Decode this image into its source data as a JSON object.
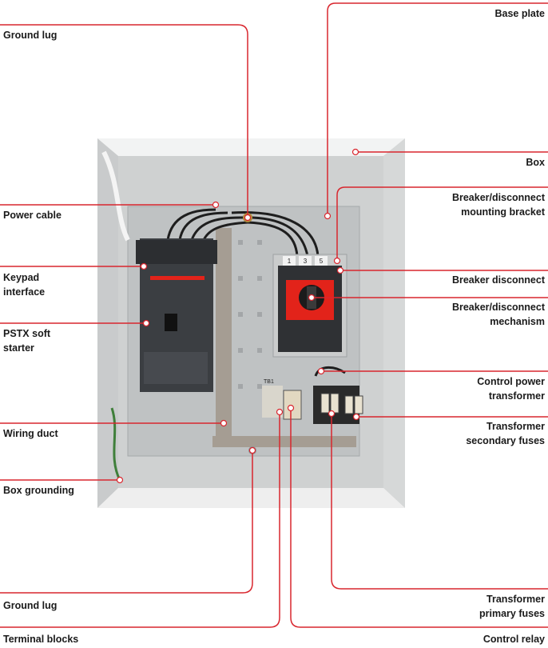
{
  "labels": {
    "base_plate": "Base plate",
    "ground_lug_top": "Ground lug",
    "box": "Box",
    "power_cable": "Power cable",
    "bracket_line1": "Breaker/disconnect",
    "bracket_line2": "mounting bracket",
    "keypad_line1": "Keypad",
    "keypad_line2": "interface",
    "breaker_disconnect": "Breaker disconnect",
    "mechanism_line1": "Breaker/disconnect",
    "mechanism_line2": "mechanism",
    "pstx_line1": "PSTX soft",
    "pstx_line2": "starter",
    "cpt_line1": "Control power",
    "cpt_line2": "transformer",
    "wiring_duct": "Wiring duct",
    "tsf_line1": "Transformer",
    "tsf_line2": "secondary fuses",
    "box_grounding": "Box grounding",
    "ground_lug_bottom": "Ground lug",
    "tpf_line1": "Transformer",
    "tpf_line2": "primary fuses",
    "terminal_blocks": "Terminal blocks",
    "control_relay": "Control relay"
  },
  "device_text": {
    "breaker_terminals": [
      "1",
      "3",
      "5"
    ],
    "terminal_block_tag": "TB1"
  },
  "colors": {
    "leader_line": "#d9262e",
    "box_interior": "#cfd1d1",
    "panel": "#b9bcbc",
    "soft_starter": "#3b3e42",
    "abb_red": "#e2231a"
  }
}
